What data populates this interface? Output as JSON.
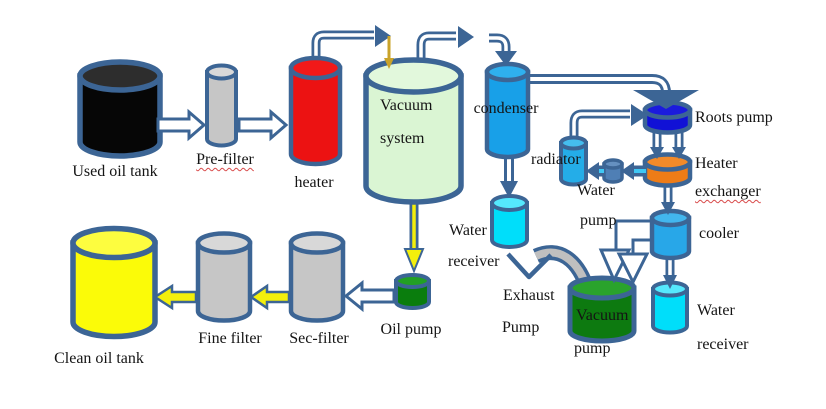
{
  "diagram": {
    "type": "process-flow",
    "subject": "Used oil recycling / vacuum distillation plant"
  },
  "labels": {
    "used_oil_tank": "Used oil tank",
    "pre_filter": "Pre-filter",
    "heater": "heater",
    "vacuum_system_line1": "Vacuum",
    "vacuum_system_line2": "system",
    "condenser": "condenser",
    "water_receiver1_line1": "Water",
    "water_receiver1_line2": "receiver",
    "exhaust_line1": "Exhaust",
    "exhaust_line2": "Pump",
    "vacuum_pump_line1": "Vacuum",
    "vacuum_pump_line2": "pump",
    "oil_pump": "Oil pump",
    "sec_filter": "Sec-filter",
    "fine_filter": "Fine filter",
    "clean_oil_tank": "Clean oil tank",
    "roots_pump": "Roots pump",
    "heater_exchanger_line1": "Heater",
    "heater_exchanger_line2": "exchanger",
    "cooler": "cooler",
    "water_receiver2_line1": "Water",
    "water_receiver2_line2": "receiver",
    "radiator": "radiator",
    "water_pump_line1": "Water",
    "water_pump_line2": "pump"
  },
  "colors": {
    "outline_steel_blue": "#3c6595",
    "used_oil_tank": "#060606",
    "pre_filter": "#c6c6c6",
    "heater": "#ec1212",
    "vacuum_system": "#daf5d3",
    "condenser": "#18a0e8",
    "water_receiver": "#00defa",
    "radiator": "#24ade8",
    "water_pump": "#4f7fb5",
    "roots_pump": "#1111d6",
    "heater_exchanger": "#ee7c17",
    "cooler": "#28a7e8",
    "vacuum_pump": "#0d7a10",
    "oil_pump": "#0a7d0d",
    "filters": "#c6c6c6",
    "clean_oil_tank": "#fbfb08",
    "flow_yellow": "#f3ef0c",
    "gold_arrow": "#c9a32a",
    "exhaust_gray": "#bfbfbf",
    "water_line_cyan": "#3fc8f5"
  }
}
